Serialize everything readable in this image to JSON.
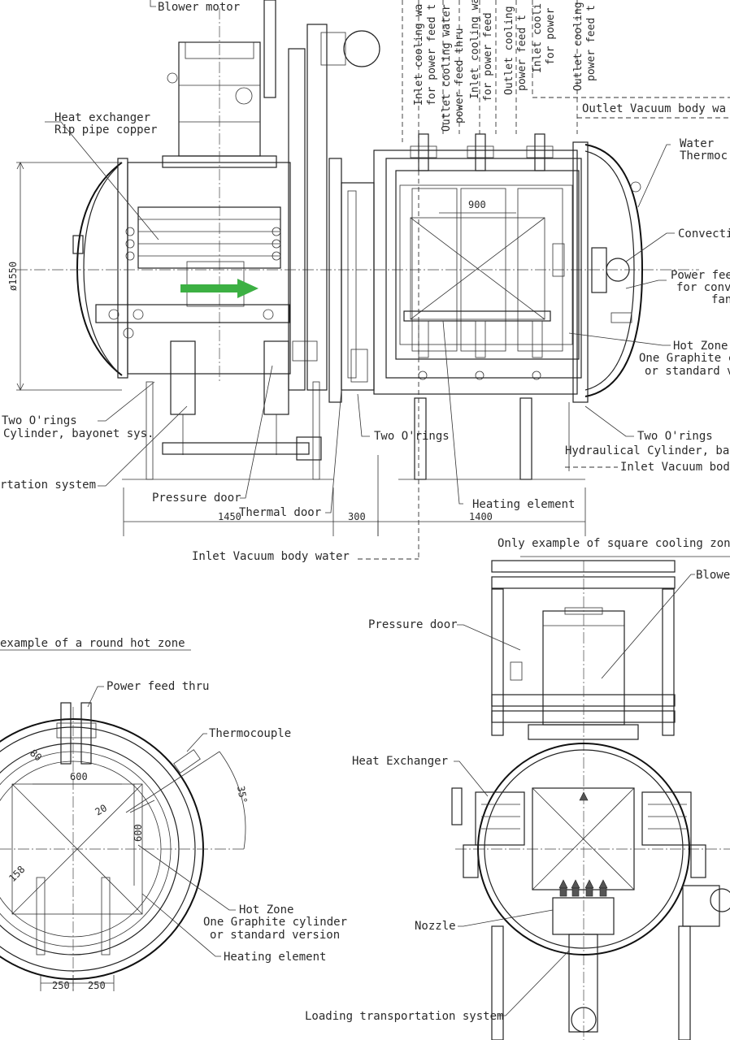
{
  "labels": {
    "blower_motor": "Blower motor",
    "heat_exchanger_1": "Heat exchanger",
    "heat_exchanger_2": "Rip pipe copper",
    "water_thermo_1": "Water",
    "water_thermo_2": "Thermoc",
    "convection": "Convecti",
    "power_feed_conv_1": "Power fee",
    "power_feed_conv_2": "for conve",
    "power_feed_conv_3": "fan",
    "hot_zone_1": "Hot Zone",
    "hot_zone_2": "One Graphite c",
    "hot_zone_3": "or standard v",
    "two_orings_left_1": "Two O'rings",
    "two_orings_left_2": "Cylinder, bayonet sys.",
    "transport_left": "rtation system",
    "two_orings_mid": "Two O'rings",
    "two_orings_right_1": "Two O'rings",
    "two_orings_right_2": "Hydraulical Cylinder, bayon",
    "inlet_vacuum_right": "Inlet Vacuum bod",
    "pressure_door_top": "Pressure door",
    "thermal_door": "Thermal door",
    "heating_element_top": "Heating element",
    "inlet_vacuum_bottom": "Inlet Vacuum body water",
    "outlet_vacuum": "Outlet Vacuum body wa",
    "square_zone_title": "Only example of square cooling zone",
    "blower_right": "Blowe",
    "pressure_door_right": "Pressure door",
    "heat_exchanger_right": "Heat Exchanger",
    "nozzle": "Nozzle",
    "loading_transport": "Loading transportation system",
    "round_zone_title": "example of a round hot zone",
    "power_feed_round": "Power feed thru",
    "thermocouple_round": "Thermocouple",
    "hot_zone_round_1": "Hot Zone",
    "hot_zone_round_2": "One Graphite cylinder",
    "hot_zone_round_3": "or standard version",
    "heating_element_round": "Heating element"
  },
  "vertical_labels": {
    "v1": "Inlet cooling wa",
    "v2": "for power feed t",
    "v3": "Outlet cooling water",
    "v4": "power feed thru",
    "v5": "Inlet cooling wa",
    "v6": "for power feed",
    "v7": "Outlet cooling",
    "v8": "power feed t",
    "v9": "Inlet cooli",
    "v10": "for power",
    "v11": "Outlet cooling",
    "v12": "power feed t"
  },
  "dimensions": {
    "diameter": "ø1550",
    "d900": "900",
    "d1450": "1450",
    "d300": "300",
    "d1400": "1400",
    "d600_h": "600",
    "d600_v": "600",
    "d80": "80",
    "d20": "20",
    "d158": "158",
    "angle": "35°",
    "d250_a": "250",
    "d250_b": "250"
  },
  "colors": {
    "ink": "#222222",
    "flow_arrow": "#3cb043",
    "background": "#ffffff"
  }
}
